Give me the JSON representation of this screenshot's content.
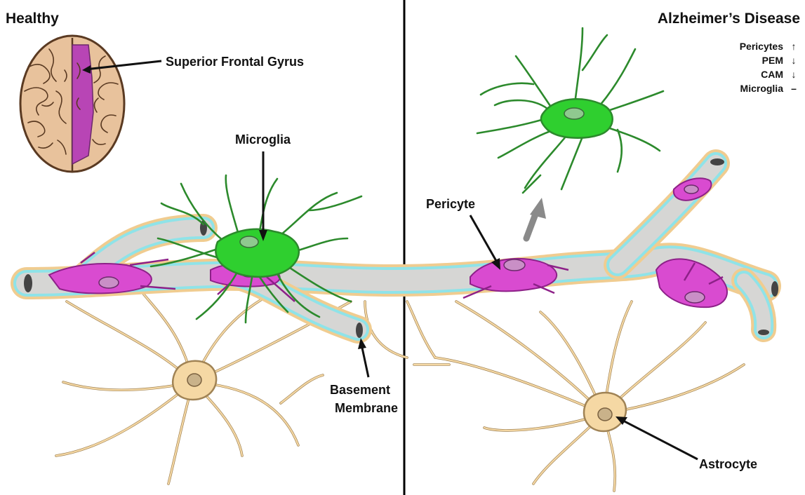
{
  "panels": {
    "left_title": "Healthy",
    "right_title": "Alzheimer’s Disease"
  },
  "labels": {
    "superior_frontal_gyrus": "Superior Frontal Gyrus",
    "microglia": "Microglia",
    "pericyte": "Pericyte",
    "basement_membrane_line1": "Basement",
    "basement_membrane_line2": "Membrane",
    "astrocyte": "Astrocyte"
  },
  "legend": {
    "items": [
      {
        "label": "Pericytes",
        "symbol": "↑"
      },
      {
        "label": "PEM",
        "symbol": "↓"
      },
      {
        "label": "CAM",
        "symbol": "↓"
      },
      {
        "label": "Microglia",
        "symbol": "–"
      }
    ]
  },
  "colors": {
    "divider": "#000000",
    "vessel_wall": "#f0cc90",
    "basement_membrane": "#8fe3e8",
    "lumen": "#d6d6d4",
    "pericyte": "#d94bd0",
    "microglia": "#2fcf2f",
    "microglia_outline": "#2c8a2c",
    "astrocyte": "#f5d8a4",
    "brain": "#e8c29c",
    "gyrus_highlight": "#b845b5",
    "arrow_gray": "#8a8a8a"
  },
  "icons": {
    "brain": "brain-illustration",
    "increase": "up-arrow",
    "decrease": "down-arrow",
    "no_change": "dash"
  }
}
